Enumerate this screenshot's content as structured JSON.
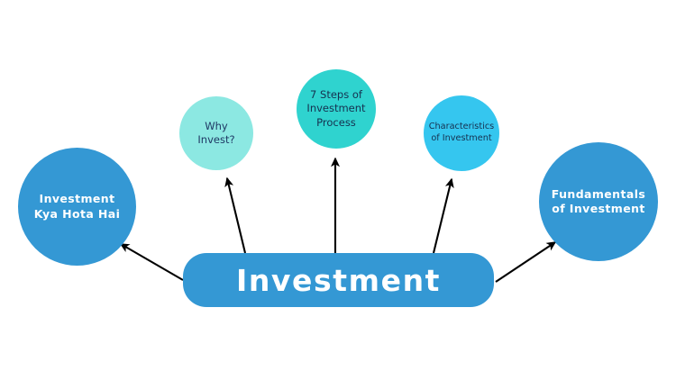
{
  "diagram": {
    "title": "Investment",
    "center_node": {
      "label": "Investment",
      "color": "#3498d4",
      "text_color": "#ffffff"
    },
    "nodes": [
      {
        "id": "investment-kya-hota-hai",
        "label": "Investment\nKya Hota Hai",
        "color": "#3498d4",
        "text_color": "#ffffff"
      },
      {
        "id": "why-invest",
        "label": "Why Invest?",
        "color": "#8ce8e2",
        "text_color": "#1f3864"
      },
      {
        "id": "seven-steps-of-investment-process",
        "label": "7 Steps of\nInvestment\nProcess",
        "color": "#2fd3cf",
        "text_color": "#16304f"
      },
      {
        "id": "characteristics-of-investment",
        "label": "Characteristics\nof Investment",
        "color": "#35c6ef",
        "text_color": "#16304f"
      },
      {
        "id": "fundamentals-of-investment",
        "label": "Fundamentals\nof Investment",
        "color": "#3498d4",
        "text_color": "#ffffff"
      }
    ],
    "connectors": {
      "color": "#000000",
      "style": "arrow",
      "count": 5
    },
    "background_color": "#ffffff"
  }
}
